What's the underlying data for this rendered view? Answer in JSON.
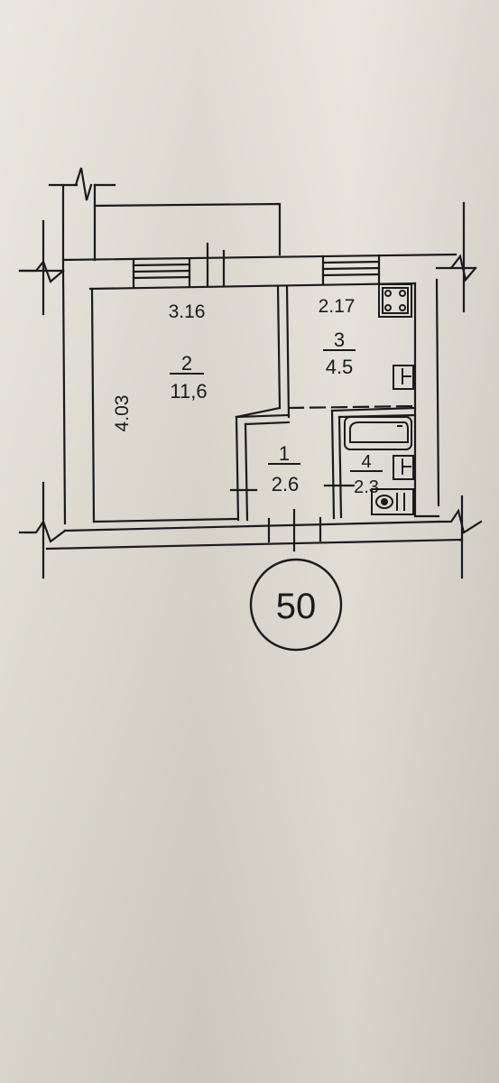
{
  "plan": {
    "apartment_number": "50",
    "rooms": [
      {
        "id": "2",
        "area": "11,6"
      },
      {
        "id": "3",
        "area": "4.5"
      },
      {
        "id": "1",
        "area": "2.6"
      },
      {
        "id": "4",
        "area": "2.3"
      }
    ],
    "dimensions": {
      "room2_width": "3.16",
      "room3_width": "2.17",
      "room2_depth": "4.03"
    }
  },
  "colors": {
    "paper": "#e4e0d8",
    "ink": "#1a1a1a"
  }
}
